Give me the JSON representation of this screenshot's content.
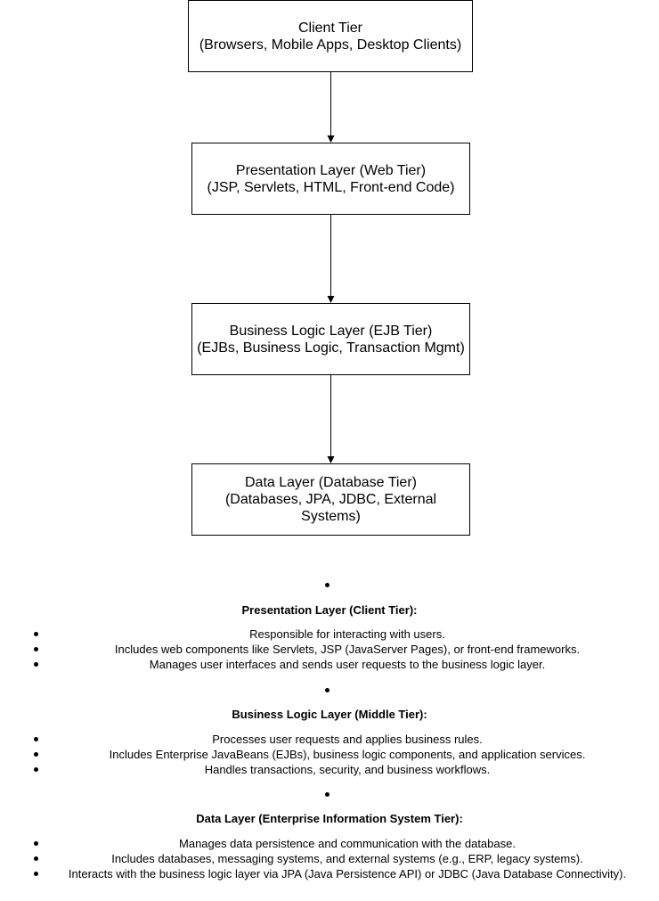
{
  "diagram": {
    "boxes": [
      {
        "id": "client",
        "title": "Client Tier",
        "subtitle": "(Browsers, Mobile Apps, Desktop Clients)"
      },
      {
        "id": "presentation",
        "title": "Presentation Layer (Web Tier)",
        "subtitle": "(JSP, Servlets, HTML, Front-end Code)"
      },
      {
        "id": "business",
        "title": "Business Logic Layer (EJB Tier)",
        "subtitle": "(EJBs, Business Logic, Transaction Mgmt)"
      },
      {
        "id": "data",
        "title": "Data Layer (Database Tier)",
        "subtitle": "(Databases, JPA, JDBC, External Systems)"
      }
    ],
    "edges": [
      {
        "from": "client",
        "to": "presentation"
      },
      {
        "from": "presentation",
        "to": "business"
      },
      {
        "from": "business",
        "to": "data"
      }
    ]
  },
  "notes": {
    "sections": [
      {
        "heading": "Presentation Layer (Client Tier):",
        "items": [
          "Responsible for interacting with users.",
          "Includes web components like Servlets, JSP (JavaServer Pages), or front-end frameworks.",
          "Manages user interfaces and sends user requests to the business logic layer."
        ]
      },
      {
        "heading": "Business Logic Layer (Middle Tier):",
        "items": [
          "Processes user requests and applies business rules.",
          "Includes Enterprise JavaBeans (EJBs), business logic components, and application services.",
          "Handles transactions, security, and business workflows."
        ]
      },
      {
        "heading": "Data Layer (Enterprise Information System Tier):",
        "items": [
          "Manages data persistence and communication with the database.",
          "Includes databases, messaging systems, and external systems (e.g., ERP, legacy systems).",
          "Interacts with the business logic layer via JPA (Java Persistence API) or JDBC (Java Database Connectivity)."
        ]
      }
    ]
  }
}
